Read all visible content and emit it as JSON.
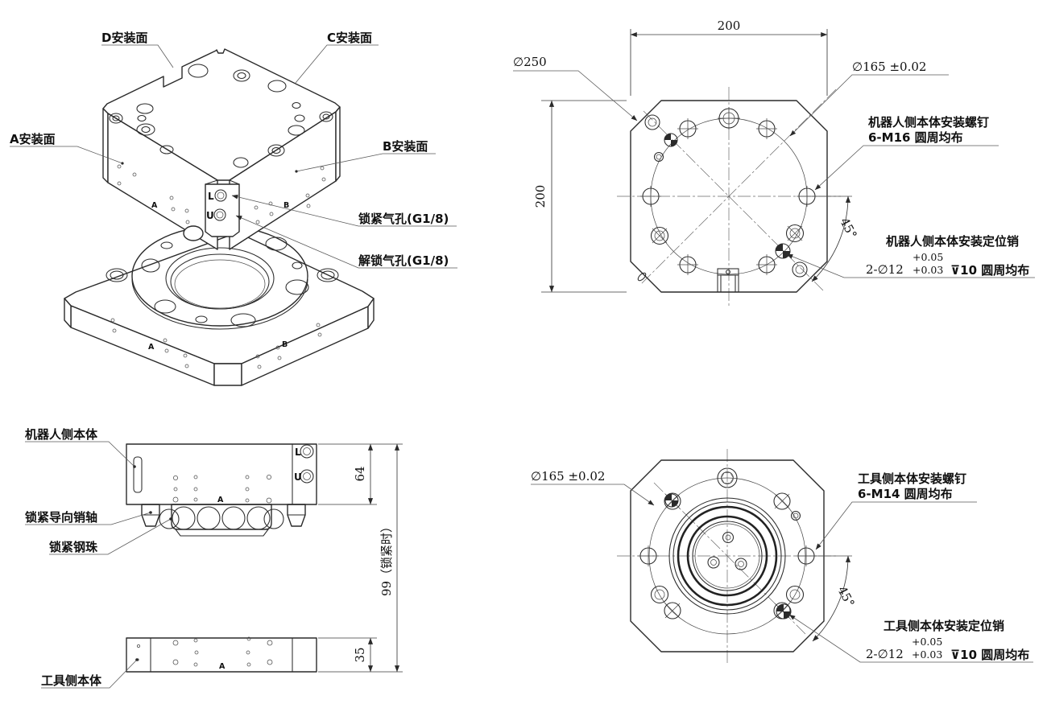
{
  "colors": {
    "line": "#2a2a2a",
    "text": "#101010",
    "background": "#ffffff"
  },
  "views": {
    "exploded": {
      "labels": {
        "face_d": "D安装面",
        "face_c": "C安装面",
        "face_a": "A安装面",
        "face_b": "B安装面",
        "lock_port": "锁紧气孔(G1/8)",
        "unlock_port": "解锁气孔(G1/8)"
      },
      "port_l": "L",
      "port_u": "U",
      "block_letter_a": "A",
      "block_letter_b": "B",
      "plate_letter_a": "A",
      "plate_letter_b": "B"
    },
    "top_view": {
      "dim_width": "200",
      "dim_height": "200",
      "dia_outer": "∅250",
      "dia_bolt_circle": "∅165  ±0.02",
      "screw_note_line1": "机器人侧本体安装螺钉",
      "screw_note_line2": "6-M16 圆周均布",
      "angle": "45°",
      "pin_note_line1": "机器人侧本体安装定位销",
      "pin_tol_upper": "+0.05",
      "pin_prefix": "2-∅12",
      "pin_tol_lower": "+0.03",
      "pin_suffix": "⊽10 圆周均布"
    },
    "side_view": {
      "labels": {
        "robot_body": "机器人侧本体",
        "guide_pin": "锁紧导向销轴",
        "steel_ball": "锁紧钢珠",
        "tool_body": "工具侧本体"
      },
      "port_l": "L",
      "port_u": "U",
      "dim_upper": "64",
      "dim_lower": "35",
      "dim_total": "99（锁紧时）",
      "body_letter": "A",
      "plate_letter": "A"
    },
    "bottom_view": {
      "dia_bolt_circle": "∅165  ±0.02",
      "screw_note_line1": "工具侧本体安装螺钉",
      "screw_note_line2": "6-M14 圆周均布",
      "angle": "45°",
      "pin_note_line1": "工具侧本体安装定位销",
      "pin_tol_upper": "+0.05",
      "pin_prefix": "2-∅12",
      "pin_tol_lower": "+0.03",
      "pin_suffix": "⊽10 圆周均布"
    }
  }
}
